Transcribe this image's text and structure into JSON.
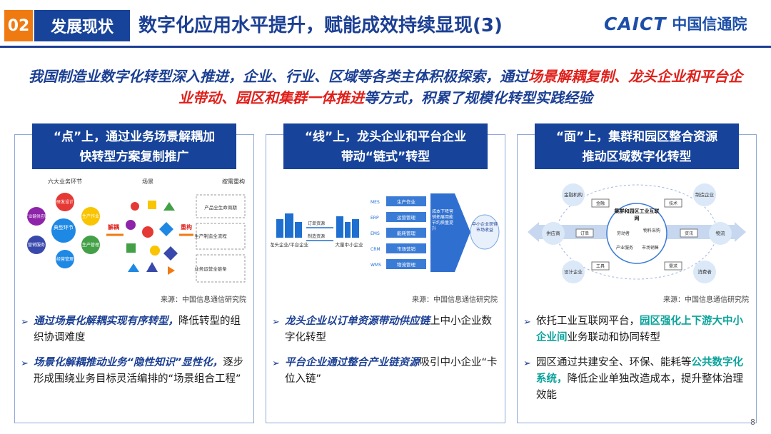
{
  "header": {
    "section_number": "02",
    "section_name": "发展现状",
    "title": "数字化应用水平提升，赋能成效持续显现(3)",
    "logo_en": "CAICT",
    "logo_cn": "中国信通院"
  },
  "intro": {
    "part1": "我国制造业数字化转型深入推进，企业、行业、区域等各类主体积极探索，通过",
    "red1": "场景解耦复制、龙头企业和平台企业带动、园区和集群一体推进",
    "part2": "等方式，积累了规模化转型实践经验"
  },
  "panels": [
    {
      "title_line1": "“点”上，通过业务场景解耦加",
      "title_line2": "快转型方案复制推广",
      "source": "来源：中国信息通信研究院",
      "diagram": {
        "col1": "六大业务环节",
        "col2": "场景",
        "col3": "按需重构",
        "arrow1": "解耦",
        "arrow2": "重构",
        "center": "典型环节",
        "nodes": [
          "研发设计",
          "生产作业",
          "生产管理",
          "经营管理",
          "营销服务",
          "产业链供应链"
        ],
        "boxes": [
          "产品全生命周期",
          "生产制造全流程",
          "业务运营全链条"
        ]
      },
      "bullets": [
        {
          "hl": "通过场景化解耦实现有序转型，",
          "rest": "降低转型的组织协调难度"
        },
        {
          "hl": "场景化解耦推动业务“隐性知识”显性化，",
          "rest": "逐步形成围绕业务目标灵活编排的“场景组合工程”"
        }
      ]
    },
    {
      "title_line1": "“线”上，龙头企业和平台企业",
      "title_line2": "带动“链式”转型",
      "source": "来源：中国信息通信研究院",
      "diagram": {
        "left": "龙头企业/平台企业",
        "flow1": "订单资源",
        "flow2": "制造资源",
        "middle": "大量中小企业",
        "systems": [
          "MES",
          "ERP",
          "EMS",
          "CRM",
          "WMS"
        ],
        "modules": [
          "生产作业",
          "运营管理",
          "能耗管理",
          "市场营销",
          "物流管理"
        ],
        "benefit": "成本下降营销拓展用能节约质量提升",
        "result": "中小企业获得市场收益"
      },
      "bullets": [
        {
          "hl": "龙头企业以订单资源带动供应链",
          "rest": "上中小企业数字化转型"
        },
        {
          "hl": "平台企业通过整合产业链资源",
          "rest": "吸引中小企业“卡位入链”"
        }
      ]
    },
    {
      "title_line1": "“面”上，集群和园区整合资源",
      "title_line2": "推动区域数字化转型",
      "source": "来源：中国信息通信研究院",
      "diagram": {
        "center_title": "集群和园区工业互联网",
        "inner": [
          "劳动者",
          "物料采购",
          "产业服务",
          "市场销售"
        ],
        "outer": [
          "金融机构",
          "制造企业",
          "供应商",
          "物流",
          "设计企业",
          "消费者"
        ],
        "links": [
          "金融",
          "技术",
          "订单",
          "资讯",
          "工具",
          "需求"
        ]
      },
      "bullets": [
        {
          "pre": "依托工业互联网平台，",
          "hl": "园区强化上下游大中小企业间",
          "rest": "业务联动和协同转型"
        },
        {
          "pre": "园区通过共建安全、环保、能耗等",
          "hl": "公共数字化系统，",
          "rest": "降低企业单独改造成本，提升整体治理效能"
        }
      ]
    }
  ],
  "page_number": "8",
  "colors": {
    "navy": "#1b3f93",
    "orange": "#f07a12",
    "red": "#e0201b",
    "panel_border": "#8fa9d6"
  }
}
